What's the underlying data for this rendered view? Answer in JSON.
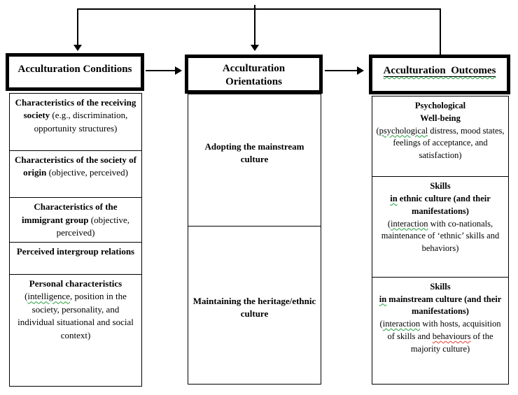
{
  "diagram": {
    "description": "Acculturation framework flow diagram with three linked columns",
    "colors": {
      "line": "#000000",
      "border": "#000000",
      "background": "#ffffff",
      "squiggle_green": "#23a03c",
      "squiggle_red": "#e03c31"
    },
    "columns": [
      {
        "id": "conditions",
        "title": [
          {
            "t": "Acculturation Conditions",
            "b": true
          }
        ],
        "cells": [
          {
            "segments": [
              {
                "t": "Characteristics of the receiving society",
                "b": true
              },
              {
                "t": " (e.g., discrimination, opportunity structures)"
              }
            ]
          },
          {
            "segments": [
              {
                "t": "Characteristics of the society of origin",
                "b": true
              },
              {
                "t": " (objective, perceived)"
              }
            ]
          },
          {
            "segments": [
              {
                "t": "Characteristics of the immigrant group",
                "b": true
              },
              {
                "t": " (objective, perceived)"
              }
            ]
          },
          {
            "segments": [
              {
                "t": "Perceived intergroup relations",
                "b": true
              }
            ]
          },
          {
            "segments": [
              {
                "t": "Personal characteristics",
                "b": true,
                "br": true
              },
              {
                "t": "("
              },
              {
                "t": "intelligence",
                "u": "green"
              },
              {
                "t": ",  position in the society, personality, and individual situational and social context)"
              }
            ]
          }
        ]
      },
      {
        "id": "orientations",
        "title": [
          {
            "t": "Acculturation",
            "b": true,
            "br": true
          },
          {
            "t": "Orientations",
            "b": true
          }
        ],
        "cells": [
          {
            "segments": [
              {
                "t": "Adopting the mainstream culture",
                "b": true
              }
            ]
          },
          {
            "segments": [
              {
                "t": "Maintaining the heritage/ethnic culture",
                "b": true
              }
            ]
          }
        ]
      },
      {
        "id": "outcomes",
        "title": [
          {
            "t": "Acculturation  Outcomes",
            "b": true,
            "u": "header"
          }
        ],
        "cells": [
          {
            "segments": [
              {
                "t": "Psychological",
                "b": true,
                "br": true
              },
              {
                "t": "Well-being",
                "b": true,
                "br": true
              },
              {
                "t": "("
              },
              {
                "t": "psychological",
                "u": "green"
              },
              {
                "t": " distress, mood states, feelings of acceptance, and satisfaction)"
              }
            ]
          },
          {
            "segments": [
              {
                "t": "Skills",
                "b": true,
                "br": true
              },
              {
                "t": "in",
                "b": true,
                "u": "green"
              },
              {
                "t": " ethnic culture (and their manifestations)",
                "b": true,
                "br": true
              },
              {
                "t": "("
              },
              {
                "t": "interaction",
                "u": "green"
              },
              {
                "t": " with co-nationals, maintenance of ‘ethnic’ skills and behaviors)"
              }
            ]
          },
          {
            "segments": [
              {
                "t": "Skills",
                "b": true,
                "br": true
              },
              {
                "t": "in",
                "b": true,
                "u": "green"
              },
              {
                "t": " mainstream culture (and their manifestations)",
                "b": true,
                "br": true
              },
              {
                "t": "("
              },
              {
                "t": "interaction",
                "u": "green"
              },
              {
                "t": " with hosts, acquisition of skills  and "
              },
              {
                "t": "behaviours",
                "u": "red"
              },
              {
                "t": " of the majority culture)"
              }
            ]
          }
        ]
      }
    ]
  }
}
